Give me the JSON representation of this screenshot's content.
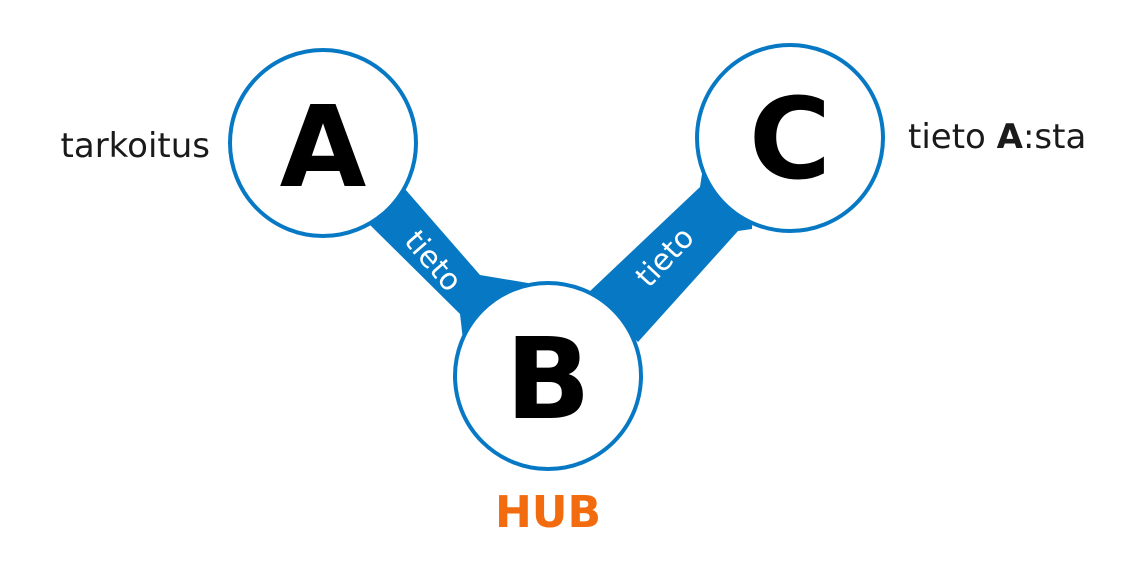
{
  "colors": {
    "accent": "#0779c4",
    "hub": "#f26b0f",
    "text": "#1a1a1a"
  },
  "nodes": {
    "a": {
      "letter": "A",
      "side_label": "tarkoitus"
    },
    "b": {
      "letter": "B",
      "caption": "HUB"
    },
    "c": {
      "letter": "C",
      "side_label_prefix": "tieto ",
      "side_label_bold": "A",
      "side_label_suffix": ":sta"
    }
  },
  "arrows": {
    "a_to_b": {
      "label": "tieto"
    },
    "b_to_c": {
      "label": "tieto"
    }
  }
}
